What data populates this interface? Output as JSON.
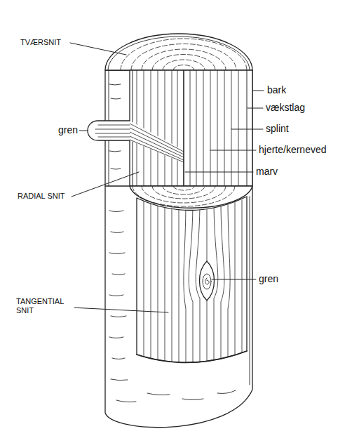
{
  "diagram": {
    "labels": [
      "TVÆRSNIT",
      "gren",
      "bark",
      "vækstlag",
      "splint",
      "hjerte/kerneved",
      "marv",
      "RADIAL SNIT",
      "gren",
      "TANGENTIAL SNIT"
    ]
  }
}
